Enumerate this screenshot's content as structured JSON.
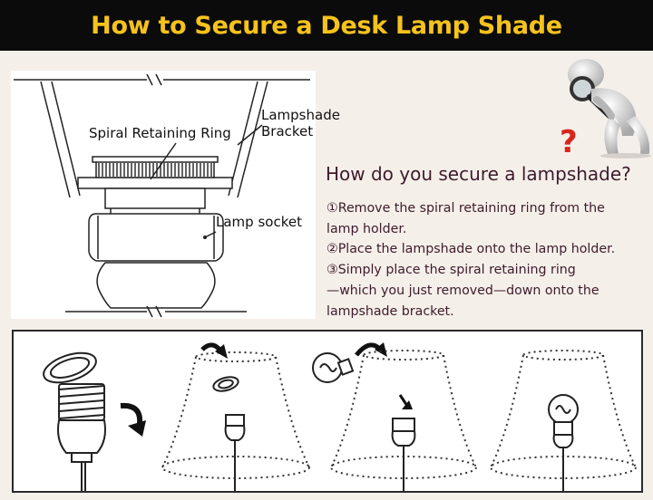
{
  "banner": {
    "title": "How to Secure a Desk Lamp Shade"
  },
  "diagram": {
    "labels": {
      "ring": "Spiral Retaining Ring",
      "bracket_line1": "Lampshade",
      "bracket_line2": "Bracket",
      "socket": "Lamp socket"
    }
  },
  "instructions": {
    "question": "How do you secure a lampshade?",
    "lines": [
      "①Remove the spiral retaining ring from the",
      "lamp holder.",
      "②Place the lampshade onto the lamp holder.",
      "③Simply place the spiral retaining ring",
      "—which you just removed—down onto the",
      "lampshade bracket."
    ]
  },
  "icons": {
    "thinker": "magnifier-figure-icon",
    "question_mark": "question-mark-icon",
    "bulb": "light-bulb-icon",
    "arrow": "curved-arrow-icon"
  },
  "colors": {
    "banner_bg": "#0b0b0b",
    "banner_text": "#f6c31c",
    "text_dark": "#3d1b2c",
    "question_red": "#d8261d"
  }
}
